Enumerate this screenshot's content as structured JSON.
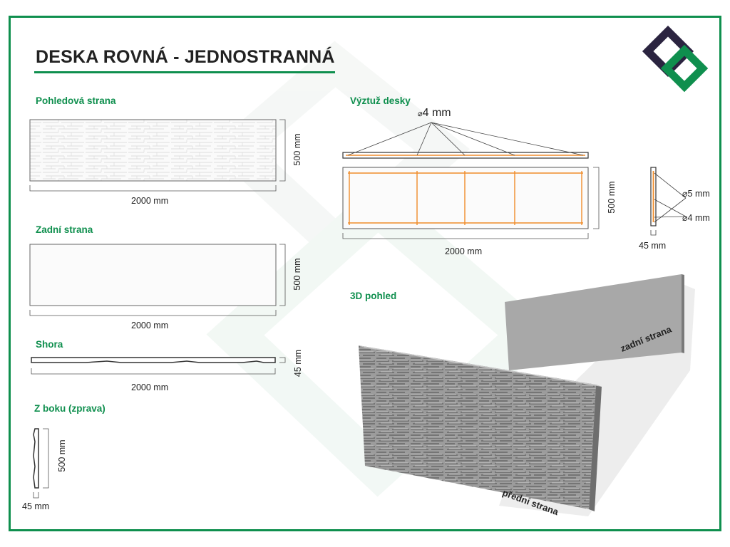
{
  "title": "DESKA ROVNÁ - JEDNOSTRANNÁ",
  "colors": {
    "accent": "#0f8f4e",
    "rebar": "#f08c2a",
    "logo_dark": "#2b2440",
    "panel_grey": "#9a9a9a"
  },
  "views": {
    "front": {
      "label": "Pohledová strana",
      "width": "2000 mm",
      "height": "500 mm"
    },
    "back": {
      "label": "Zadní strana",
      "width": "2000 mm",
      "height": "500 mm"
    },
    "top": {
      "label": "Shora",
      "width": "2000 mm",
      "depth": "45 mm"
    },
    "side": {
      "label": "Z boku (zprava)",
      "height": "500 mm",
      "depth": "45 mm"
    },
    "rebar": {
      "label": "Výztuž desky",
      "diameter": "4 mm",
      "diameter_symbol": "⌀",
      "width": "2000 mm",
      "height": "500 mm",
      "section_d5": "⌀5 mm",
      "section_d4": "⌀4 mm",
      "section_depth": "45 mm"
    },
    "view3d": {
      "label": "3D pohled",
      "back_side": "zadní strana",
      "front_side": "přední strana"
    }
  }
}
